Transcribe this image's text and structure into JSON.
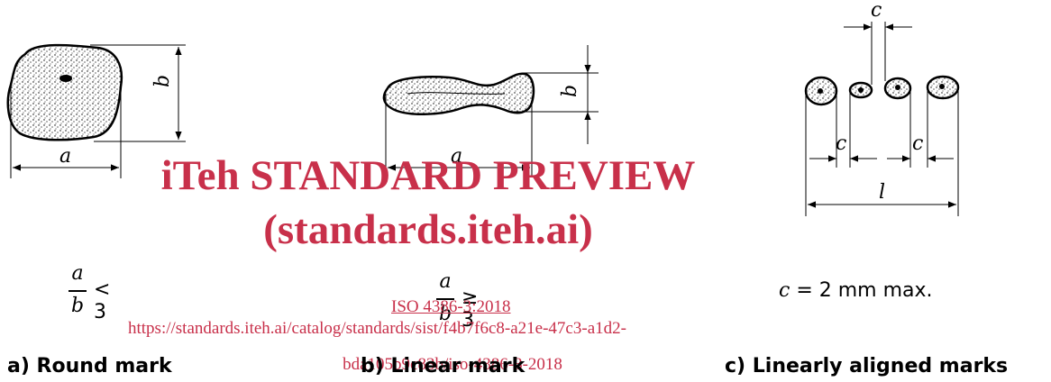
{
  "diagram": {
    "labels": {
      "a": "a",
      "b": "b",
      "c": "c",
      "l": "l"
    },
    "conditions": {
      "round": {
        "numerator": "a",
        "denominator": "b",
        "relation": "< 3"
      },
      "linear": {
        "numerator": "a",
        "denominator": "b",
        "relation": "≥ 3"
      },
      "aligned": {
        "variable": "c",
        "text": " = 2 mm max."
      }
    },
    "captions": {
      "a": "a) Round mark",
      "b": "b) Linear mark",
      "c": "c) Linearly aligned marks"
    }
  },
  "watermark": {
    "title": "iTeh STANDARD PREVIEW",
    "subtitle": "(standards.iteh.ai)",
    "doc_id": "ISO 4386-3:2018",
    "url": "https://standards.iteh.ai/catalog/standards/sist/f4b7f6c8-a21e-47c3-a1d2-",
    "url_tail": "bda105b9c83b/iso-4386-3-2018",
    "color": "#c8304a"
  }
}
